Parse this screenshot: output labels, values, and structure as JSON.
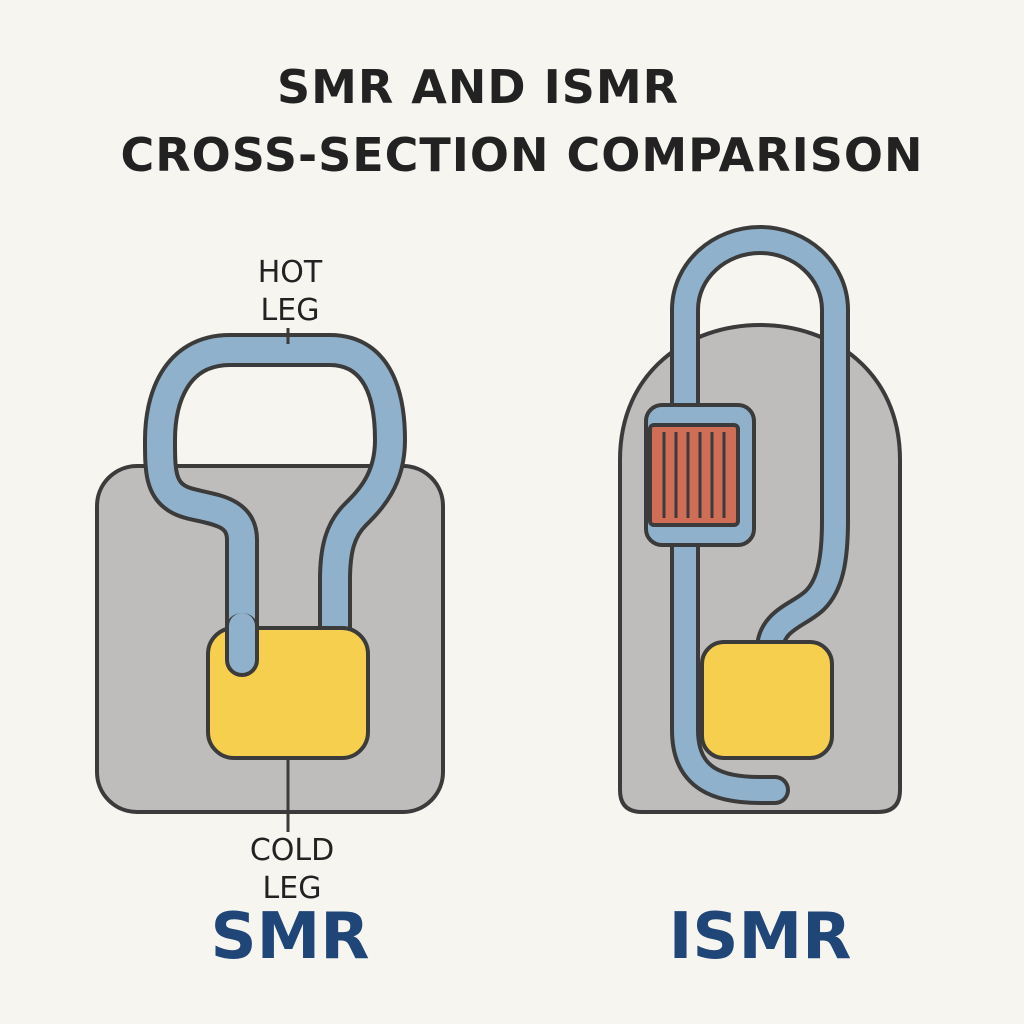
{
  "title": {
    "line1": "SMR AND ISMR",
    "line2": "CROSS-SECTION COMPARISON"
  },
  "smr": {
    "name": "SMR",
    "hot_leg_line1": "HOT",
    "hot_leg_line2": "LEG",
    "cold_leg_line1": "COLD",
    "cold_leg_line2": "LEG"
  },
  "ismr": {
    "name": "ISMR"
  },
  "colors": {
    "background": "#f7f5f0",
    "vessel": "#bfbdbb",
    "pipe": "#8fb1cb",
    "outline": "#3b3b3b",
    "core": "#f6cf4f",
    "heat_exchanger": "#d06d57",
    "name_text": "#1f4677"
  }
}
